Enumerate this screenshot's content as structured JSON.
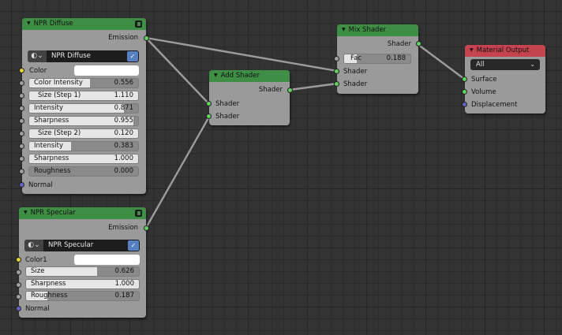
{
  "colors": {
    "background": "#333333",
    "node_body": "#9a9a9a",
    "shader_header": "#3e8e45",
    "output_header": "#c4434e",
    "shader_socket": "#5fd35f",
    "value_socket": "#a1a1a1",
    "color_socket": "#e5d42a",
    "vector_socket": "#6363c7"
  },
  "nodes": {
    "npr_diffuse": {
      "title": "NPR Diffuse",
      "output": "Emission",
      "group_name": "NPR Diffuse",
      "color_label": "Color",
      "inputs": [
        {
          "label": "Color Intensity",
          "value": "0.556",
          "fill": 0.556
        },
        {
          "label": "Size (Step 1)",
          "value": "1.110",
          "fill": 1.0
        },
        {
          "label": "Intensity",
          "value": "0.871",
          "fill": 0.871
        },
        {
          "label": "Sharpness",
          "value": "0.955",
          "fill": 0.955
        },
        {
          "label": "Size (Step 2)",
          "value": "0.120",
          "fill": 1.0
        },
        {
          "label": "Intensity",
          "value": "0.383",
          "fill": 0.383
        },
        {
          "label": "Sharpness",
          "value": "1.000",
          "fill": 1.0
        },
        {
          "label": "Roughness",
          "value": "0.000",
          "fill": 0.0
        }
      ],
      "normal_label": "Normal"
    },
    "npr_specular": {
      "title": "NPR Specular",
      "output": "Emission",
      "group_name": "NPR Specular",
      "color_label": "Color1",
      "inputs": [
        {
          "label": "Size",
          "value": "0.626",
          "fill": 0.626
        },
        {
          "label": "Sharpness",
          "value": "1.000",
          "fill": 1.0
        },
        {
          "label": "Roughness",
          "value": "0.187",
          "fill": 0.187
        }
      ],
      "normal_label": "Normal"
    },
    "add_shader": {
      "title": "Add Shader",
      "output": "Shader",
      "inputs": [
        "Shader",
        "Shader"
      ]
    },
    "mix_shader": {
      "title": "Mix Shader",
      "output": "Shader",
      "fac_label": "Fac",
      "fac_value": "0.188",
      "inputs": [
        "Shader",
        "Shader"
      ]
    },
    "material_output": {
      "title": "Material Output",
      "target": "All",
      "inputs": [
        "Surface",
        "Volume",
        "Displacement"
      ]
    }
  },
  "links": [
    {
      "from": "NPR Diffuse.Emission",
      "to": "Mix Shader.Shader[1]"
    },
    {
      "from": "NPR Diffuse.Emission",
      "to": "Add Shader.Shader[1]"
    },
    {
      "from": "NPR Specular.Emission",
      "to": "Add Shader.Shader[2]"
    },
    {
      "from": "Add Shader.Shader",
      "to": "Mix Shader.Shader[2]"
    },
    {
      "from": "Mix Shader.Shader",
      "to": "Material Output.Surface"
    }
  ]
}
